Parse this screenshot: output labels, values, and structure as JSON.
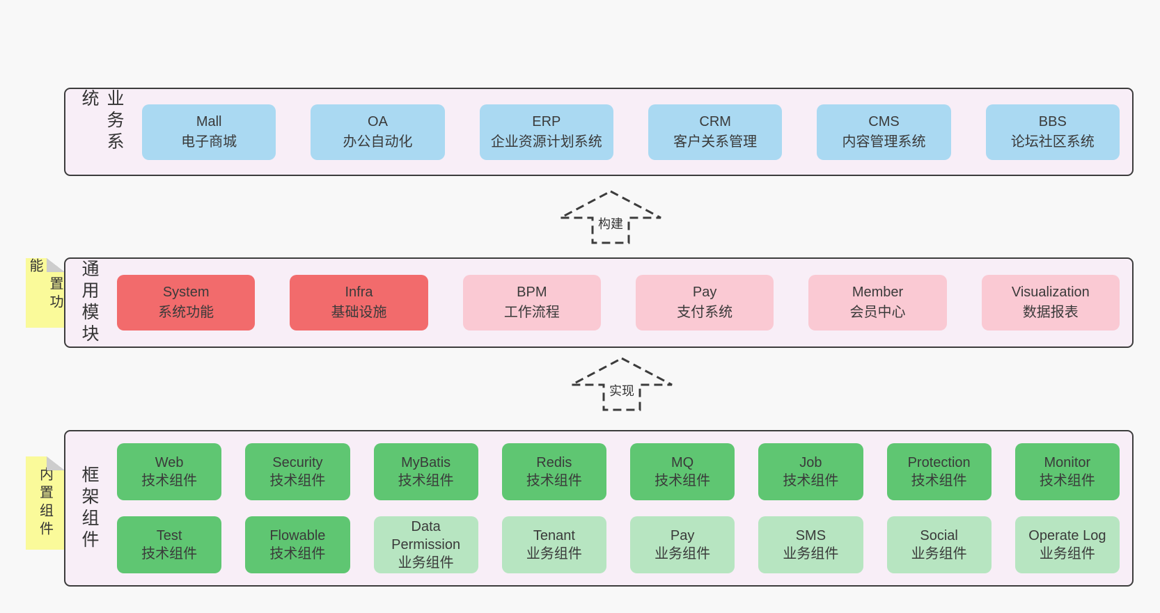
{
  "colors": {
    "page_bg": "#f8f8f8",
    "band_bg": "#f8eef7",
    "band_border": "#3c3c3c",
    "blue_box": "#aad9f2",
    "red_box": "#f26b6c",
    "pink_box": "#fac9d3",
    "green_box": "#5fc672",
    "green_light_box": "#b7e5c1",
    "sticky_yellow": "#fafa9a",
    "text": "#3a3a3a"
  },
  "bands": [
    {
      "label": "业务系统",
      "boxes": [
        {
          "name": "Mall",
          "desc": "电子商城",
          "variant": "blue"
        },
        {
          "name": "OA",
          "desc": "办公自动化",
          "variant": "blue"
        },
        {
          "name": "ERP",
          "desc": "企业资源计划系统",
          "variant": "blue"
        },
        {
          "name": "CRM",
          "desc": "客户关系管理",
          "variant": "blue"
        },
        {
          "name": "CMS",
          "desc": "内容管理系统",
          "variant": "blue"
        },
        {
          "name": "BBS",
          "desc": "论坛社区系统",
          "variant": "blue"
        }
      ]
    },
    {
      "label": "通用模块",
      "note": "内置功能",
      "boxes": [
        {
          "name": "System",
          "desc": "系统功能",
          "variant": "red"
        },
        {
          "name": "Infra",
          "desc": "基础设施",
          "variant": "red"
        },
        {
          "name": "BPM",
          "desc": "工作流程",
          "variant": "pink"
        },
        {
          "name": "Pay",
          "desc": "支付系统",
          "variant": "pink"
        },
        {
          "name": "Member",
          "desc": "会员中心",
          "variant": "pink"
        },
        {
          "name": "Visualization",
          "desc": "数据报表",
          "variant": "pink"
        }
      ]
    },
    {
      "label": "框架组件",
      "note": "内置组件",
      "rows": [
        [
          {
            "name": "Web",
            "desc": "技术组件",
            "variant": "green"
          },
          {
            "name": "Security",
            "desc": "技术组件",
            "variant": "green"
          },
          {
            "name": "MyBatis",
            "desc": "技术组件",
            "variant": "green"
          },
          {
            "name": "Redis",
            "desc": "技术组件",
            "variant": "green"
          },
          {
            "name": "MQ",
            "desc": "技术组件",
            "variant": "green"
          },
          {
            "name": "Job",
            "desc": "技术组件",
            "variant": "green"
          },
          {
            "name": "Protection",
            "desc": "技术组件",
            "variant": "green"
          },
          {
            "name": "Monitor",
            "desc": "技术组件",
            "variant": "green"
          }
        ],
        [
          {
            "name": "Test",
            "desc": "技术组件",
            "variant": "green"
          },
          {
            "name": "Flowable",
            "desc": "技术组件",
            "variant": "green"
          },
          {
            "name": "Data Permission",
            "desc": "业务组件",
            "variant": "green-light"
          },
          {
            "name": "Tenant",
            "desc": "业务组件",
            "variant": "green-light"
          },
          {
            "name": "Pay",
            "desc": "业务组件",
            "variant": "green-light"
          },
          {
            "name": "SMS",
            "desc": "业务组件",
            "variant": "green-light"
          },
          {
            "name": "Social",
            "desc": "业务组件",
            "variant": "green-light"
          },
          {
            "name": "Operate Log",
            "desc": "业务组件",
            "variant": "green-light"
          }
        ]
      ]
    }
  ],
  "arrows": [
    {
      "label": "构建"
    },
    {
      "label": "实现"
    }
  ]
}
